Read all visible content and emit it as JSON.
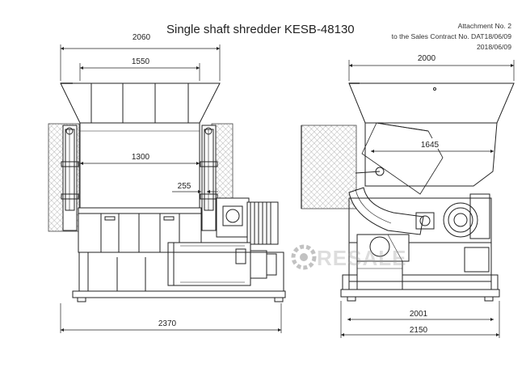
{
  "header": {
    "title": "Single shaft shredder KESB-48130",
    "attachment": [
      "Attachment No. 2",
      "to the Sales Contract No. DAT18/06/09",
      "2018/06/09"
    ]
  },
  "dimensions": {
    "front_overall_top": "2060",
    "front_hopper": "1550",
    "front_chamber": "1300",
    "front_small": "255",
    "front_base": "2370",
    "side_top": "2000",
    "side_inner": "1645",
    "side_base_inner": "2001",
    "side_base_outer": "2150"
  },
  "watermark": {
    "text": "RESALE"
  },
  "colors": {
    "line": "#222222",
    "mesh": "#888888",
    "watermark": "#9a9a9a"
  }
}
